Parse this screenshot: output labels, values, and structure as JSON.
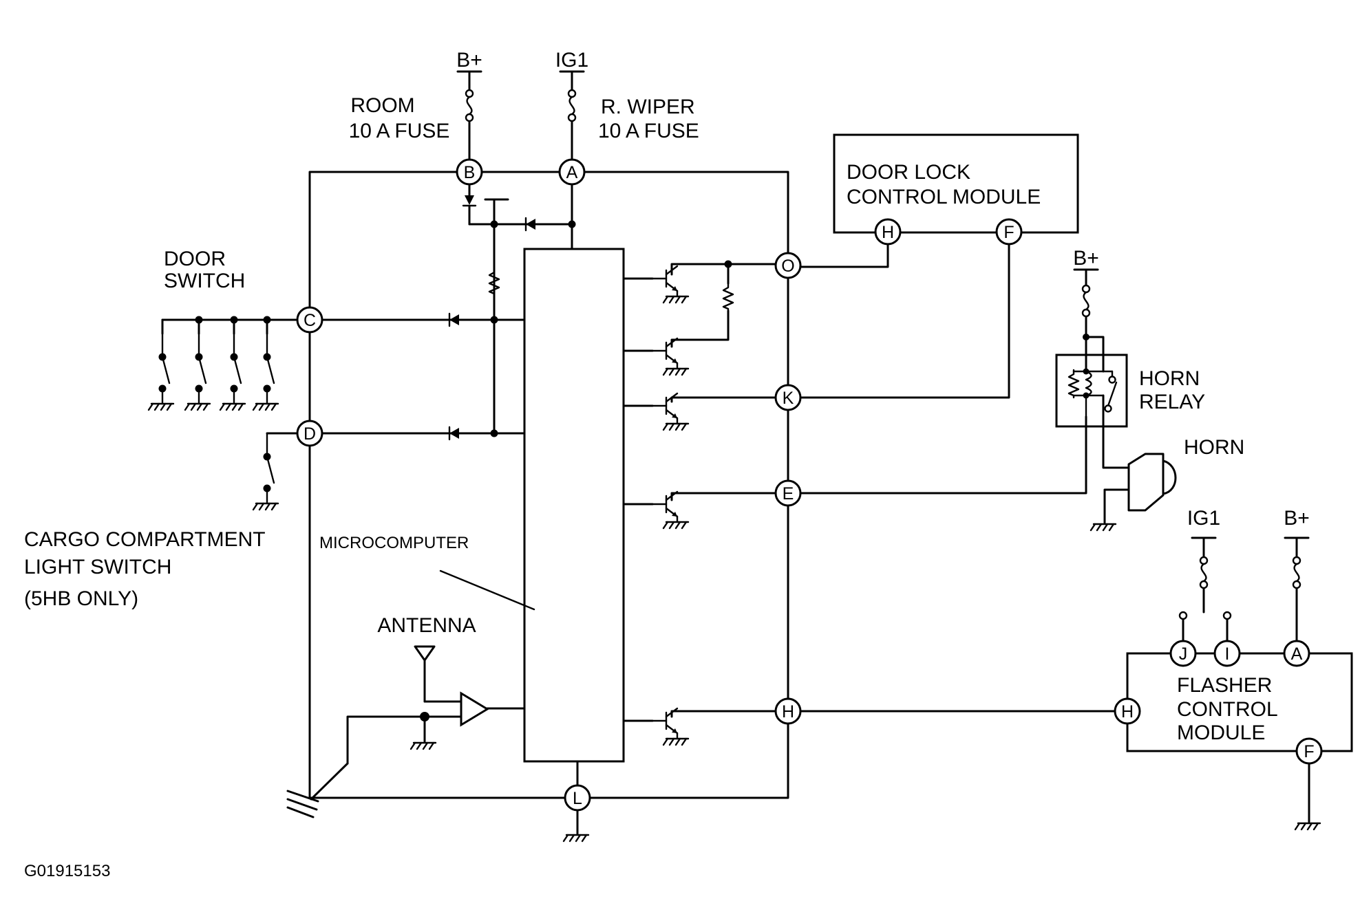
{
  "diagram_id": "G01915153",
  "labels": {
    "room_fuse": [
      "ROOM",
      "10 A FUSE"
    ],
    "wiper_fuse": [
      "R. WIPER",
      "10 A FUSE"
    ],
    "door_switch": [
      "DOOR",
      "SWITCH"
    ],
    "cargo_switch": [
      "CARGO COMPARTMENT",
      "LIGHT SWITCH",
      "(5HB ONLY)"
    ],
    "microcomputer": "MICROCOMPUTER",
    "antenna": "ANTENNA",
    "door_lock_module": [
      "DOOR LOCK",
      "CONTROL MODULE"
    ],
    "horn_relay": [
      "HORN",
      "RELAY"
    ],
    "horn": "HORN",
    "flasher_module": [
      "FLASHER",
      "CONTROL",
      "MODULE"
    ]
  },
  "power": {
    "b_plus": "B+",
    "ig1": "IG1"
  },
  "pins": {
    "keyless": [
      "B",
      "A",
      "C",
      "D",
      "O",
      "K",
      "E",
      "H",
      "L"
    ],
    "door_lock": [
      "H",
      "F"
    ],
    "flasher": [
      "J",
      "I",
      "A",
      "H",
      "F"
    ]
  }
}
